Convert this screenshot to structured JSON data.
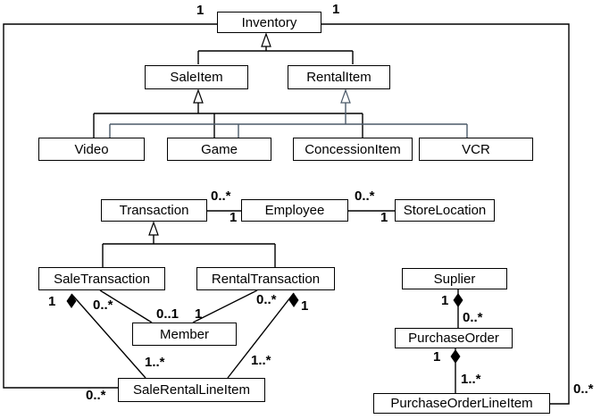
{
  "diagram_type": "uml-class-diagram",
  "colors": {
    "primary_line": "#000000",
    "secondary_line": "#4b5a69",
    "box_border": "#000000",
    "box_background": "#ffffff",
    "page_background": "#ffffff",
    "text": "#000000"
  },
  "classes": [
    {
      "id": "inventory",
      "label": "Inventory"
    },
    {
      "id": "sale-item",
      "label": "SaleItem"
    },
    {
      "id": "rental-item",
      "label": "RentalItem"
    },
    {
      "id": "video",
      "label": "Video"
    },
    {
      "id": "game",
      "label": "Game"
    },
    {
      "id": "concession-item",
      "label": "ConcessionItem"
    },
    {
      "id": "vcr",
      "label": "VCR"
    },
    {
      "id": "transaction",
      "label": "Transaction"
    },
    {
      "id": "employee",
      "label": "Employee"
    },
    {
      "id": "store-location",
      "label": "StoreLocation"
    },
    {
      "id": "sale-transaction",
      "label": "SaleTransaction"
    },
    {
      "id": "rental-transaction",
      "label": "RentalTransaction"
    },
    {
      "id": "member",
      "label": "Member"
    },
    {
      "id": "sale-rental-line-item",
      "label": "SaleRentalLineItem"
    },
    {
      "id": "suplier",
      "label": "Suplier"
    },
    {
      "id": "purchase-order",
      "label": "PurchaseOrder"
    },
    {
      "id": "purchase-order-line-item",
      "label": "PurchaseOrderLineItem"
    }
  ],
  "multiplicities": [
    {
      "id": "inventory-saleline-inventory-end",
      "text": "1"
    },
    {
      "id": "inventory-poline-inventory-end",
      "text": "1"
    },
    {
      "id": "transaction-employee-transaction-end",
      "text": "0..*"
    },
    {
      "id": "transaction-employee-employee-end",
      "text": "1"
    },
    {
      "id": "employee-storelocation-employee-end",
      "text": "0..*"
    },
    {
      "id": "employee-storelocation-storelocation-end",
      "text": "1"
    },
    {
      "id": "saletransaction-lineitem-whole-end",
      "text": "1"
    },
    {
      "id": "saletransaction-member-saletransaction-end",
      "text": "0..*"
    },
    {
      "id": "saletransaction-member-member-end",
      "text": "0..1"
    },
    {
      "id": "rentaltransaction-member-member-end",
      "text": "1"
    },
    {
      "id": "rentaltransaction-member-rentaltransaction-end",
      "text": "0..*"
    },
    {
      "id": "rentaltransaction-lineitem-whole-end",
      "text": "1"
    },
    {
      "id": "saletransaction-lineitem-part-end",
      "text": "1..*"
    },
    {
      "id": "rentaltransaction-lineitem-part-end",
      "text": "1..*"
    },
    {
      "id": "inventory-saleline-lineitem-end",
      "text": "0..*"
    },
    {
      "id": "suplier-purchaseorder-whole-end",
      "text": "1"
    },
    {
      "id": "suplier-purchaseorder-part-end",
      "text": "0..*"
    },
    {
      "id": "purchaseorder-poline-whole-end",
      "text": "1"
    },
    {
      "id": "purchaseorder-poline-part-end",
      "text": "1..*"
    },
    {
      "id": "inventory-poline-lineitem-end",
      "text": "0..*"
    }
  ]
}
